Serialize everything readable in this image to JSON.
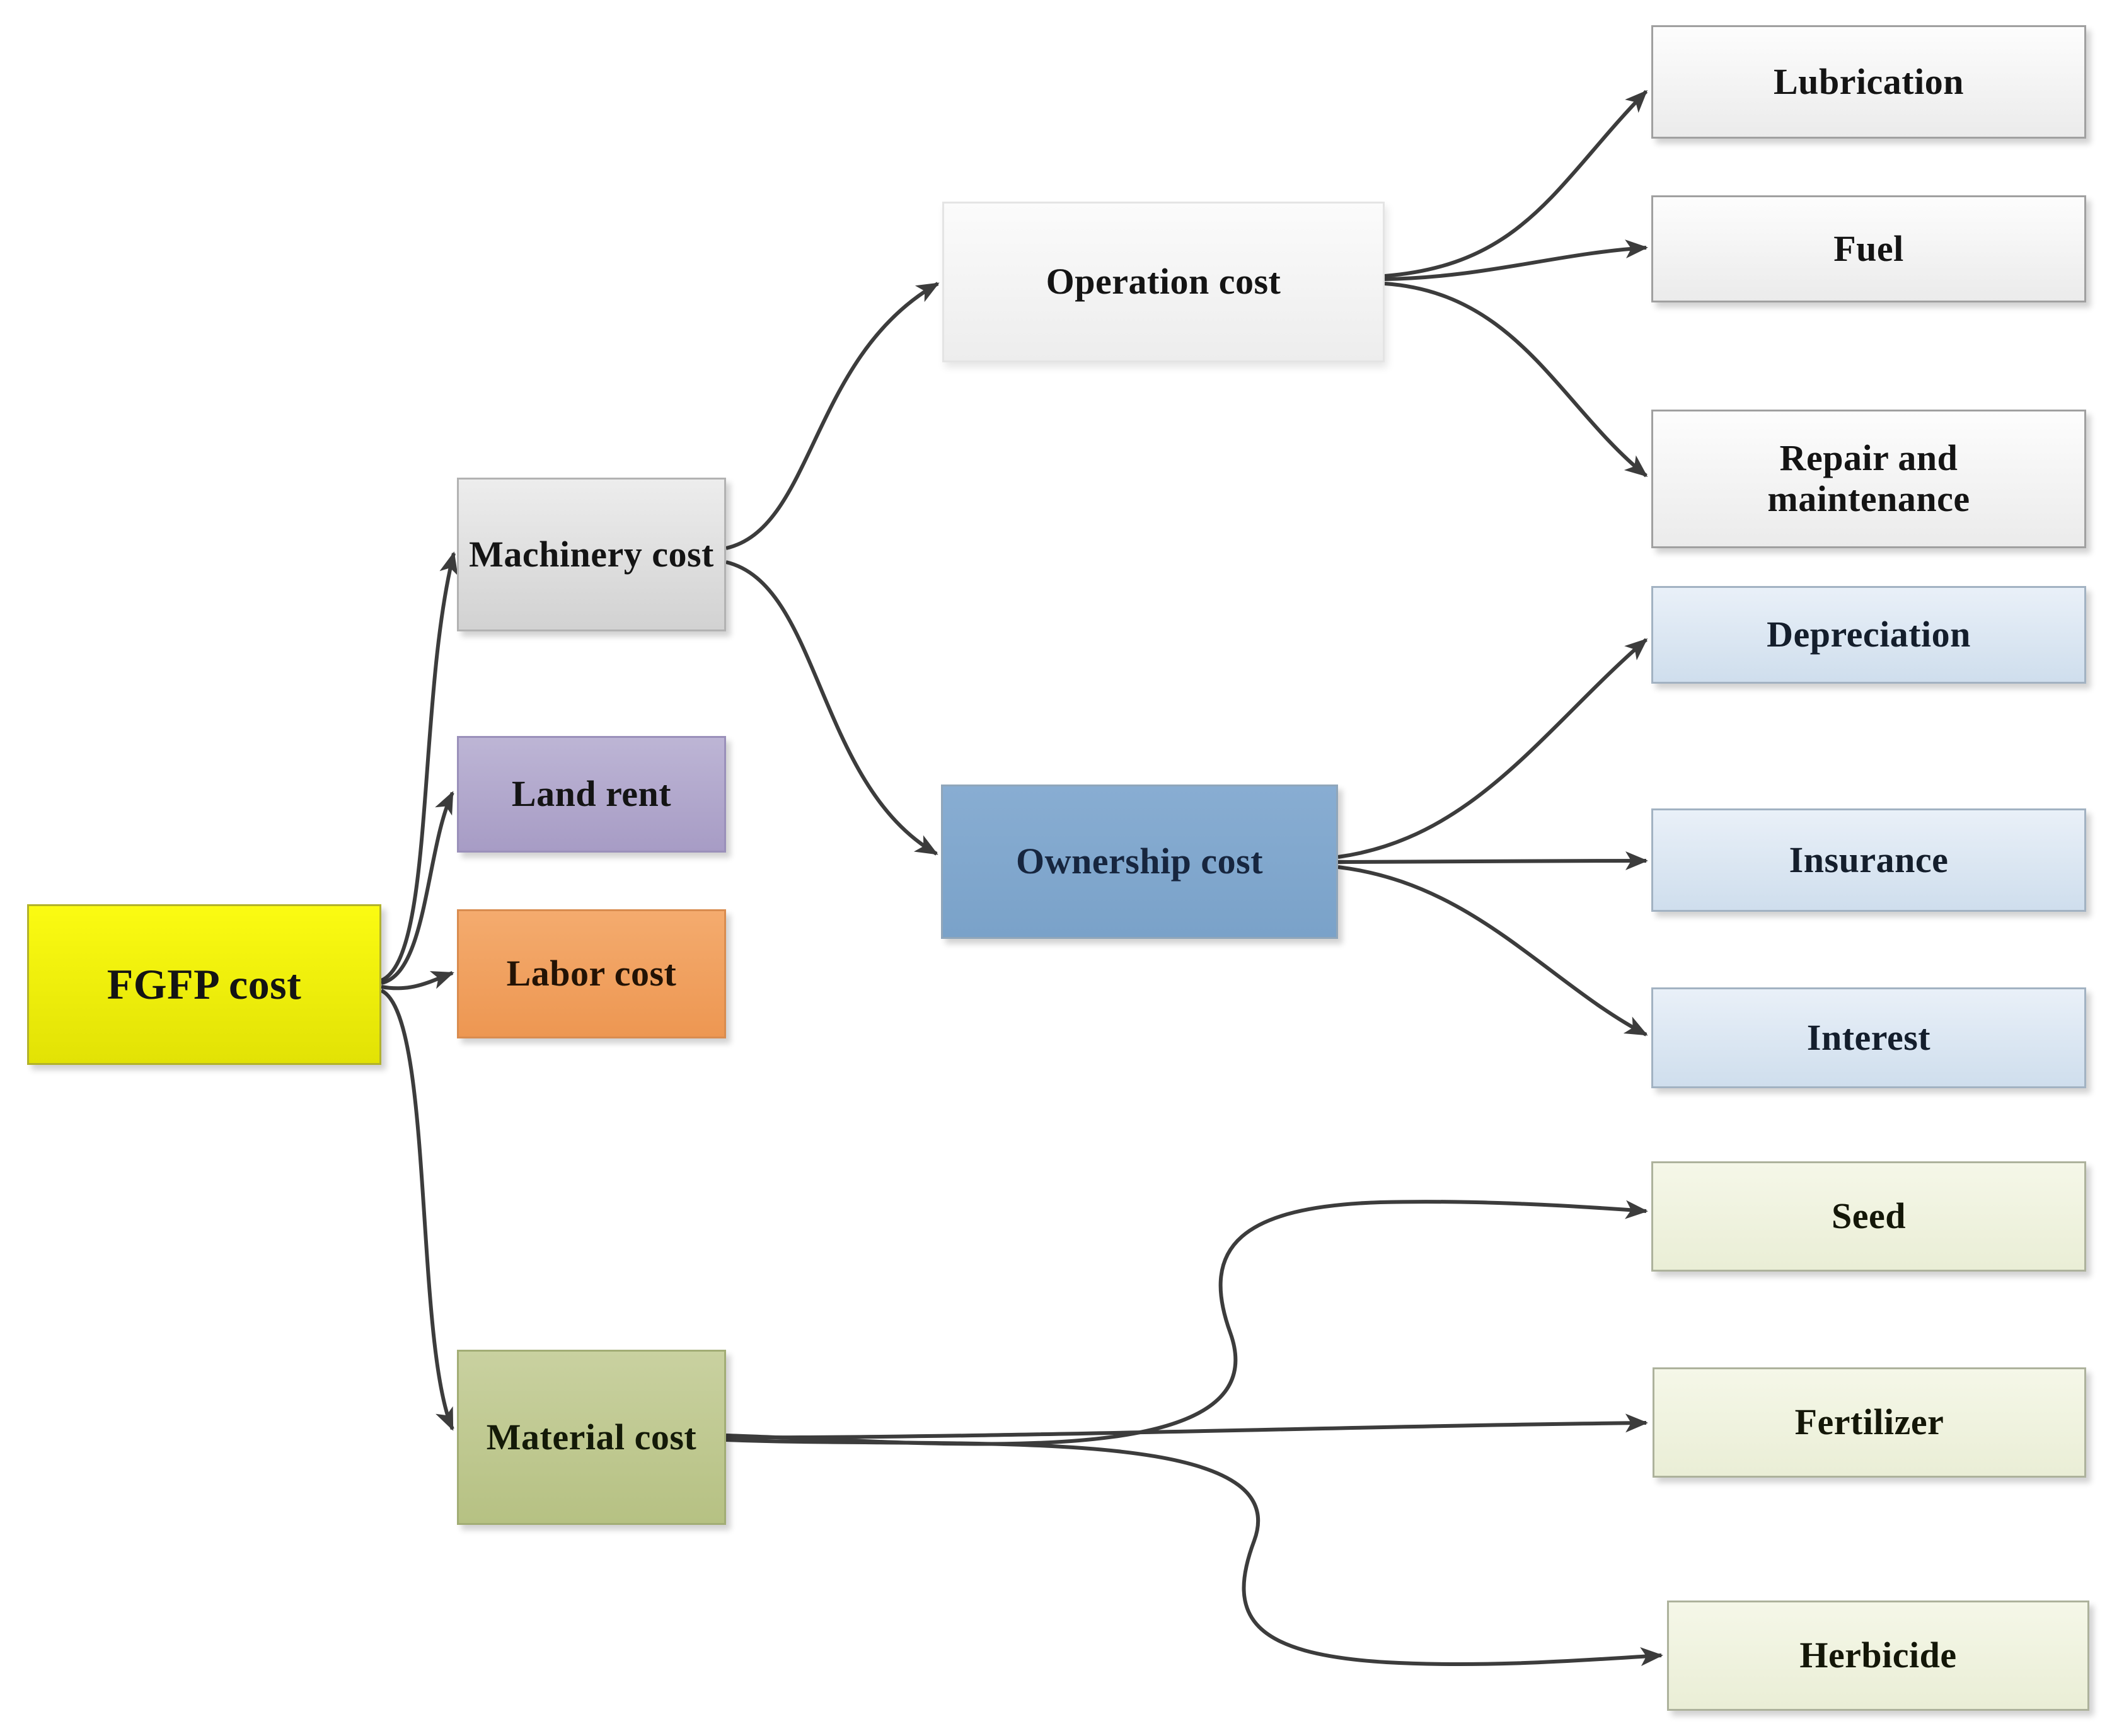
{
  "background_color": "#ffffff",
  "arrow_color": "#3c3c3c",
  "nodes": [
    {
      "id": "fgfp",
      "label": "FGFP cost",
      "fill_top": "#fbfb12",
      "fill_bottom": "#e2e205",
      "border_color": "#b2b22a",
      "text_color": "#141414"
    },
    {
      "id": "machinery",
      "label": "Machinery cost",
      "fill_top": "#ededed",
      "fill_bottom": "#d2d2d2",
      "border_color": "#b2b2b2",
      "text_color": "#141414"
    },
    {
      "id": "land",
      "label": "Land rent",
      "fill_top": "#bdb5d5",
      "fill_bottom": "#a79cc5",
      "border_color": "#9a90ba",
      "text_color": "#141414"
    },
    {
      "id": "labor",
      "label": "Labor cost",
      "fill_top": "#f4ab6e",
      "fill_bottom": "#ed9752",
      "border_color": "#d98c4f",
      "text_color": "#231305"
    },
    {
      "id": "material",
      "label": "Material cost",
      "fill_top": "#c9d1a0",
      "fill_bottom": "#b6c183",
      "border_color": "#a2ad75",
      "text_color": "#141a08"
    },
    {
      "id": "operation",
      "label": "Operation cost",
      "fill_top": "#fbfbfb",
      "fill_bottom": "#ededed",
      "border_color": "#e4e4e4",
      "text_color": "#141414"
    },
    {
      "id": "ownership",
      "label": "Ownership cost",
      "fill_top": "#88add2",
      "fill_bottom": "#7aa2c9",
      "border_color": "#90a6ba",
      "text_color": "#17263f"
    },
    {
      "id": "lubrication",
      "label": "Lubrication",
      "fill_top": "#fdfdfd",
      "fill_bottom": "#ebebeb",
      "border_color": "#a0a0a0",
      "text_color": "#141414"
    },
    {
      "id": "fuel",
      "label": "Fuel",
      "fill_top": "#fdfdfd",
      "fill_bottom": "#ebebeb",
      "border_color": "#a0a0a0",
      "text_color": "#141414"
    },
    {
      "id": "repair",
      "label": "Repair and maintenance",
      "fill_top": "#fdfdfd",
      "fill_bottom": "#ebebeb",
      "border_color": "#a0a0a0",
      "text_color": "#141414"
    },
    {
      "id": "depreciation",
      "label": "Depreciation",
      "fill_top": "#e9f0f8",
      "fill_bottom": "#cfdeed",
      "border_color": "#a2b2c2",
      "text_color": "#141e2c"
    },
    {
      "id": "insurance",
      "label": "Insurance",
      "fill_top": "#e9f0f8",
      "fill_bottom": "#cfdeed",
      "border_color": "#a2b2c2",
      "text_color": "#141e2c"
    },
    {
      "id": "interest",
      "label": "Interest",
      "fill_top": "#e9f0f8",
      "fill_bottom": "#cfdeed",
      "border_color": "#a2b2c2",
      "text_color": "#141e2c"
    },
    {
      "id": "seed",
      "label": "Seed",
      "fill_top": "#f5f7e8",
      "fill_bottom": "#eaeed6",
      "border_color": "#adb29c",
      "text_color": "#141708"
    },
    {
      "id": "fertilizer",
      "label": "Fertilizer",
      "fill_top": "#f5f7e8",
      "fill_bottom": "#eaeed6",
      "border_color": "#adb29c",
      "text_color": "#141708"
    },
    {
      "id": "herbicide",
      "label": "Herbicide",
      "fill_top": "#f5f7e8",
      "fill_bottom": "#eaeed6",
      "border_color": "#adb29c",
      "text_color": "#141708"
    }
  ],
  "edges": [
    {
      "from": "fgfp",
      "to": "machinery"
    },
    {
      "from": "fgfp",
      "to": "land"
    },
    {
      "from": "fgfp",
      "to": "labor"
    },
    {
      "from": "fgfp",
      "to": "material"
    },
    {
      "from": "machinery",
      "to": "operation"
    },
    {
      "from": "machinery",
      "to": "ownership"
    },
    {
      "from": "operation",
      "to": "lubrication"
    },
    {
      "from": "operation",
      "to": "fuel"
    },
    {
      "from": "operation",
      "to": "repair"
    },
    {
      "from": "ownership",
      "to": "depreciation"
    },
    {
      "from": "ownership",
      "to": "insurance"
    },
    {
      "from": "ownership",
      "to": "interest"
    },
    {
      "from": "material",
      "to": "seed"
    },
    {
      "from": "material",
      "to": "fertilizer"
    },
    {
      "from": "material",
      "to": "herbicide"
    }
  ]
}
